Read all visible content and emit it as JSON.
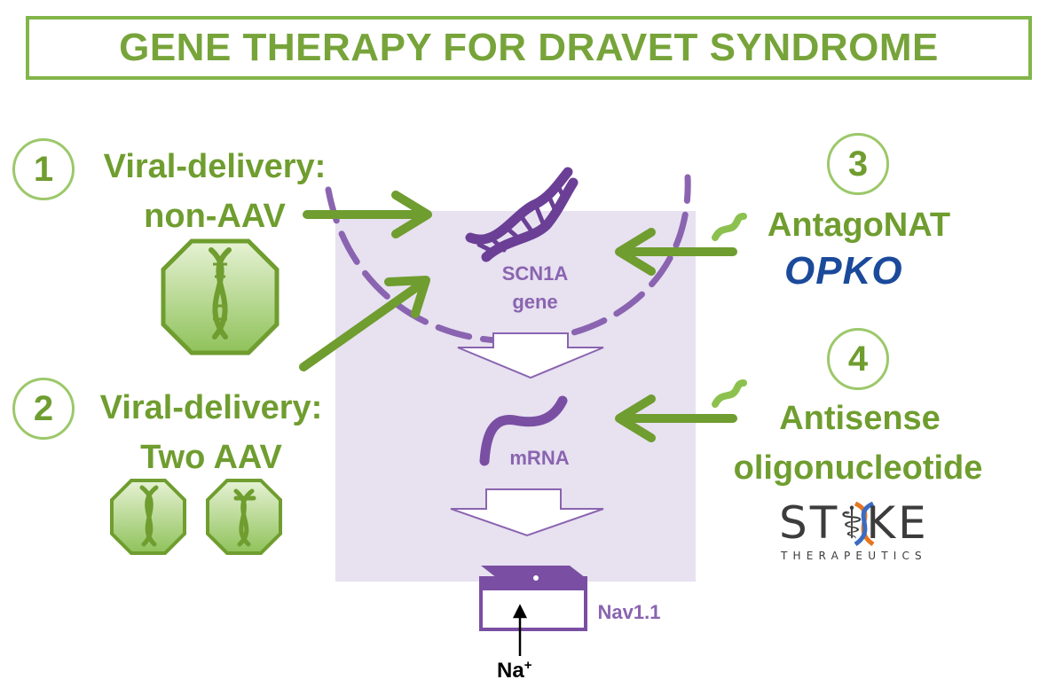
{
  "title": "GENE THERAPY FOR DRAVET SYNDROME",
  "approaches": [
    {
      "number": "1",
      "label_line1": "Viral-delivery:",
      "label_line2": "non-AAV",
      "icon": "dna-octagon-icon"
    },
    {
      "number": "2",
      "label_line1": "Viral-delivery:",
      "label_line2": "Two AAV",
      "icon": "dna-octagon-icon"
    },
    {
      "number": "3",
      "label_line1": "AntagoNAT",
      "company": "OPKO",
      "icon": "oligo-squiggle-icon"
    },
    {
      "number": "4",
      "label_line1": "Antisense",
      "label_line2": "oligonucleotide",
      "company": "ST⚕KE",
      "company_sub": "THERAPEUTICS",
      "icon": "oligo-squiggle-icon"
    }
  ],
  "cell": {
    "gene_line1": "SCN1A",
    "gene_line2": "gene",
    "mrna": "mRNA",
    "channel": "Nav1.1",
    "ion": "Na",
    "ion_charge": "+"
  },
  "colors": {
    "green": "#6f9d2f",
    "light_green": "#9cc86a",
    "purple": "#7a4fa3",
    "shade": "#e7e1f0",
    "opko_blue": "#1b4a9b"
  }
}
